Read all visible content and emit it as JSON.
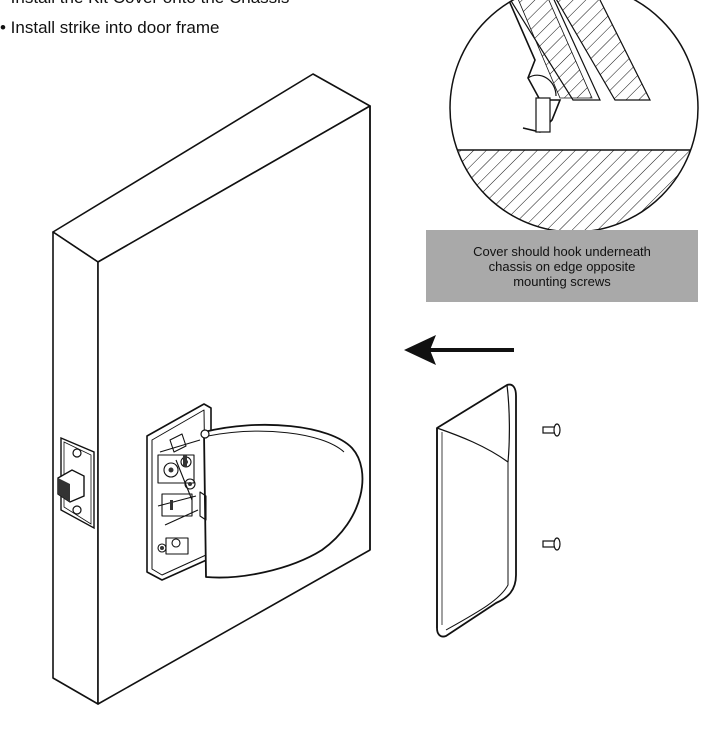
{
  "step_partial": "• Install the Kit Cover onto the Chassis",
  "instruction": "• Install strike into door frame",
  "callout": {
    "lines": [
      "Cover should hook underneath",
      "chassis on edge opposite",
      "mounting screws"
    ]
  }
}
